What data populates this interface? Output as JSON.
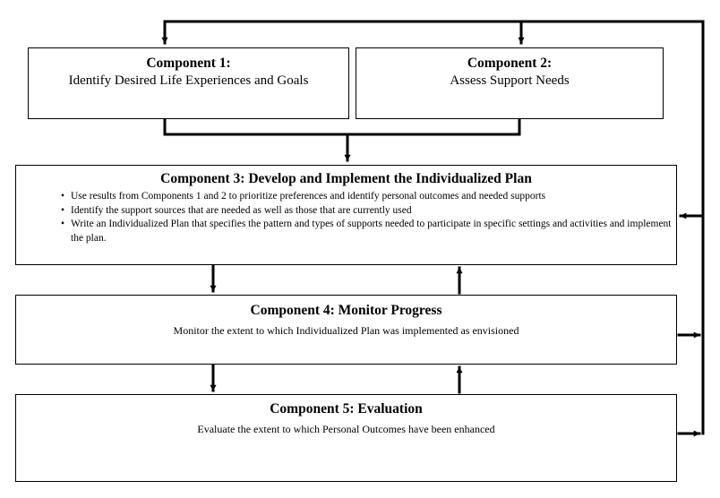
{
  "components": [
    {
      "title": "Component 1:",
      "subtitle": "Identify Desired Life Experiences and Goals"
    },
    {
      "title": "Component 2:",
      "subtitle": "Assess Support Needs"
    },
    {
      "title": "Component 3: Develop and Implement the Individualized Plan",
      "bullets": [
        "Use results from Components 1 and 2 to prioritize preferences and identify personal outcomes and needed supports",
        "Identify the support sources that are needed as well as those that are currently used",
        "Write an Individualized Plan that specifies the pattern and types of supports needed to participate in specific settings and activities and implement the plan."
      ]
    },
    {
      "title": "Component 4: Monitor Progress",
      "description": "Monitor the extent to which Individualized Plan was implemented as envisioned"
    },
    {
      "title": "Component 5: Evaluation",
      "description": "Evaluate the extent to which Personal Outcomes have been enhanced"
    }
  ],
  "colors": {
    "line": "#000000",
    "box_border": "#000000",
    "background": "#ffffff"
  }
}
